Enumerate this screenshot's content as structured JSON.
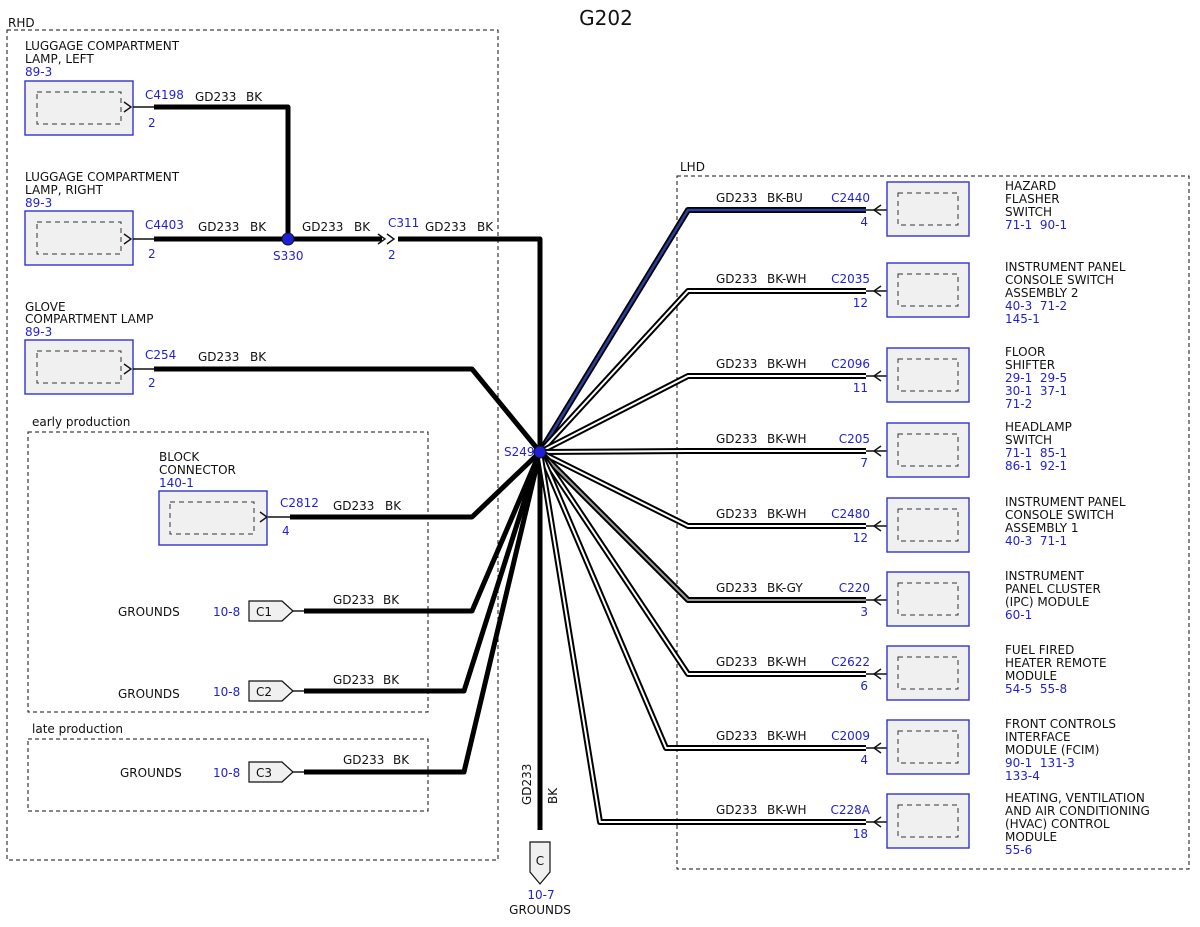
{
  "title": "G202",
  "regions": {
    "rhd": "RHD",
    "lhd": "LHD",
    "early": "early production",
    "late": "late production"
  },
  "wire_code": "GD233",
  "left_components": [
    {
      "name_lines": [
        "LUGGAGE COMPARTMENT",
        "LAMP, LEFT"
      ],
      "ref": "89-3",
      "connector": "C4198",
      "pin": "2",
      "color": "BK"
    },
    {
      "name_lines": [
        "LUGGAGE COMPARTMENT",
        "LAMP, RIGHT"
      ],
      "ref": "89-3",
      "connector": "C4403",
      "pin": "2",
      "color": "BK"
    },
    {
      "name_lines": [
        "GLOVE",
        "COMPARTMENT LAMP"
      ],
      "ref": "89-3",
      "connector": "C254",
      "pin": "2",
      "color": "BK"
    },
    {
      "name_lines": [
        "BLOCK",
        "CONNECTOR"
      ],
      "ref": "140-1",
      "connector": "C2812",
      "pin": "4",
      "color": "BK"
    }
  ],
  "splice_s330": {
    "name": "S330",
    "wire_color": "BK"
  },
  "inline_c311": {
    "connector": "C311",
    "pin": "2",
    "wire_color": "BK"
  },
  "splice_main": {
    "name": "S249"
  },
  "grounds_left": [
    {
      "label": "GROUNDS",
      "ref": "10-8",
      "tag": "C1",
      "color": "BK"
    },
    {
      "label": "GROUNDS",
      "ref": "10-8",
      "tag": "C2",
      "color": "BK"
    },
    {
      "label": "GROUNDS",
      "ref": "10-8",
      "tag": "C3",
      "color": "BK"
    }
  ],
  "bottom_ground": {
    "tag": "C",
    "ref": "10-7",
    "label": "GROUNDS",
    "wire_code": "GD233",
    "color": "BK"
  },
  "right_components": [
    {
      "name_lines": [
        "HAZARD",
        "FLASHER",
        "SWITCH"
      ],
      "refs": [
        "71-1  90-1"
      ],
      "connector": "C2440",
      "pin": "4",
      "color": "BK-BU",
      "stripe": "bu"
    },
    {
      "name_lines": [
        "INSTRUMENT PANEL",
        "CONSOLE SWITCH",
        "ASSEMBLY 2"
      ],
      "refs": [
        "40-3  71-2",
        "145-1"
      ],
      "connector": "C2035",
      "pin": "12",
      "color": "BK-WH",
      "stripe": "wh"
    },
    {
      "name_lines": [
        "FLOOR",
        "SHIFTER"
      ],
      "refs": [
        "29-1  29-5",
        "30-1  37-1",
        "71-2"
      ],
      "connector": "C2096",
      "pin": "11",
      "color": "BK-WH",
      "stripe": "wh"
    },
    {
      "name_lines": [
        "HEADLAMP",
        "SWITCH"
      ],
      "refs": [
        "71-1  85-1",
        "86-1  92-1"
      ],
      "connector": "C205",
      "pin": "7",
      "color": "BK-WH",
      "stripe": "wh"
    },
    {
      "name_lines": [
        "INSTRUMENT PANEL",
        "CONSOLE SWITCH",
        "ASSEMBLY 1"
      ],
      "refs": [
        "40-3  71-1"
      ],
      "connector": "C2480",
      "pin": "12",
      "color": "BK-WH",
      "stripe": "wh"
    },
    {
      "name_lines": [
        "INSTRUMENT",
        "PANEL CLUSTER",
        "(IPC) MODULE"
      ],
      "refs": [
        "60-1"
      ],
      "connector": "C220",
      "pin": "3",
      "color": "BK-GY",
      "stripe": "gy"
    },
    {
      "name_lines": [
        "FUEL FIRED",
        "HEATER REMOTE",
        "MODULE"
      ],
      "refs": [
        "54-5  55-8"
      ],
      "connector": "C2622",
      "pin": "6",
      "color": "BK-WH",
      "stripe": "wh"
    },
    {
      "name_lines": [
        "FRONT CONTROLS",
        "INTERFACE",
        "MODULE (FCIM)"
      ],
      "refs": [
        "90-1  131-3",
        "133-4"
      ],
      "connector": "C2009",
      "pin": "4",
      "color": "BK-WH",
      "stripe": "wh"
    },
    {
      "name_lines": [
        "HEATING, VENTILATION",
        "AND AIR CONDITIONING",
        "(HVAC) CONTROL",
        "MODULE"
      ],
      "refs": [
        "55-6"
      ],
      "connector": "C228A",
      "pin": "18",
      "color": "BK-WH",
      "stripe": "wh"
    }
  ]
}
